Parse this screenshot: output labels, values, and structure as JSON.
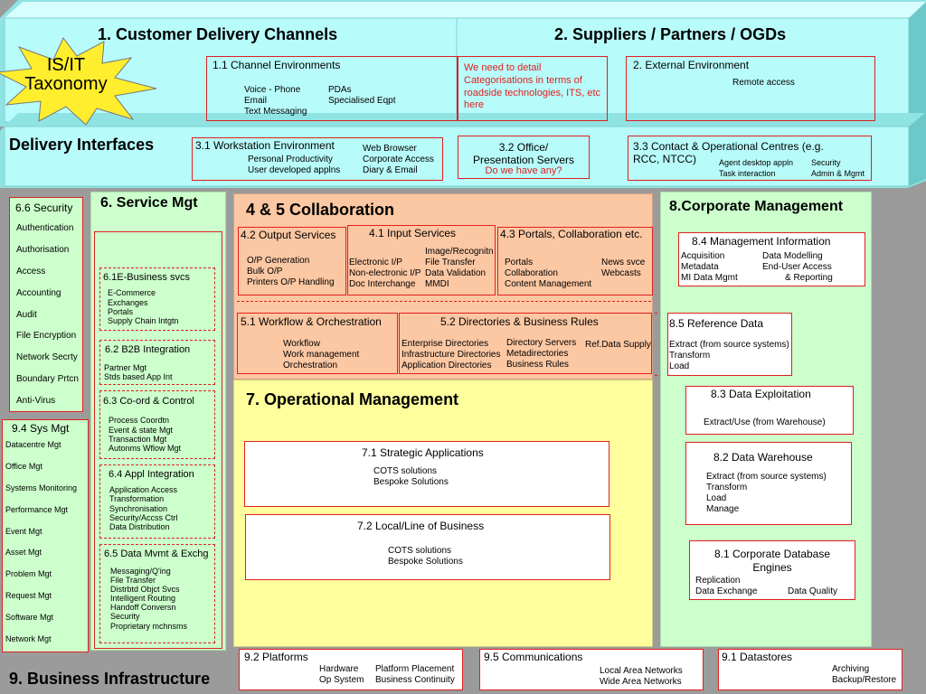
{
  "title_badge": "IS/IT\nTaxonomy",
  "top": {
    "ch1_title": "1. Customer Delivery Channels",
    "ch2_title": "2. Suppliers / Partners / OGDs",
    "env11_title": "1.1 Channel  Environments",
    "env11_col1": [
      "Voice - Phone",
      "Email",
      "Text Messaging"
    ],
    "env11_col2": [
      "PDAs",
      "Specialised Eqpt"
    ],
    "note": "We need to detail Categorisations in terms of roadside technologies, ITS, etc here",
    "ext_title": "2. External Environment",
    "ext_item": "Remote access"
  },
  "delivery": {
    "label": "Delivery Interfaces",
    "ws_title": "3.1 Workstation Environment",
    "ws_col1": [
      "Personal Productivity",
      "User developed applns"
    ],
    "ws_col2": [
      "Web Browser",
      "Corporate Access",
      "Diary & Email"
    ],
    "office_title": "3.2 Office/\nPresentation Servers",
    "office_note": "Do we have any?",
    "contact_title": "3.3 Contact  & Operational Centres (e.g.\nRCC, NTCC)",
    "contact_col1": [
      "Agent desktop appln",
      "Task interaction"
    ],
    "contact_col2": [
      "Security",
      "Admin & Mgmt"
    ]
  },
  "security": {
    "title": "6.6 Security",
    "items": [
      "Authentication",
      "Authorisation",
      "Access",
      "Accounting",
      "Audit",
      "File Encryption",
      "Network Secrty",
      "Boundary Prtcn",
      "Anti-Virus"
    ]
  },
  "service": {
    "title": "6. Service Mgt",
    "ebus_title": "6.1E-Business svcs",
    "ebus_items": [
      "E-Commerce",
      "Exchanges",
      "Portals",
      "Supply Chain Intgtn"
    ],
    "b2b_title": "6.2 B2B Integration",
    "b2b_items": [
      "Partner Mgt",
      "Stds based App Int"
    ],
    "coord_title": "6.3 Co-ord & Control",
    "coord_items": [
      "Process Coordtn",
      "Event & state Mgt",
      "Transaction Mgt",
      "Autonms Wflow Mgt"
    ],
    "appl_title": "6.4 Appl Integration",
    "appl_items": [
      "Application Access",
      "Transformation",
      "Synchronisation",
      "Security/Accss Ctrl",
      "Data Distribution"
    ],
    "datamvmt_title": "6.5 Data Mvmt & Exchg",
    "datamvmt_items": [
      "Messaging/Q'ing",
      "File Transfer",
      "Distrbtd Objct Svcs",
      "Intelligent Routing",
      "Handoff Conversn",
      "Security",
      "Proprietary mchnsms"
    ]
  },
  "sysmgt": {
    "title": "9.4 Sys Mgt",
    "items": [
      "Datacentre Mgt",
      "Office Mgt",
      "Systems Monitoring",
      "Performance Mgt",
      "Event Mgt",
      "Asset Mgt",
      "Problem Mgt",
      "Request Mgt",
      "Software Mgt",
      "Network Mgt"
    ]
  },
  "collab": {
    "title": "4 & 5 Collaboration",
    "out_title": "4.2 Output Services",
    "out_items": [
      "O/P Generation",
      "Bulk O/P",
      "Printers  O/P Handling"
    ],
    "in_title": "4.1 Input Services",
    "in_col1": [
      "Electronic I/P",
      "Non-electronic I/P",
      "Doc Interchange"
    ],
    "in_col2": [
      "Image/Recognitn",
      "File Transfer",
      "Data Validation",
      "MMDI"
    ],
    "portals_title": "4.3 Portals, Collaboration etc.",
    "portals_col1": [
      "Portals",
      "Collaboration",
      "Content Management"
    ],
    "portals_col2": [
      "News svce",
      "Webcasts"
    ],
    "wf_title": "5.1 Workflow & Orchestration",
    "wf_items": [
      "Workflow",
      "Work management",
      "Orchestration"
    ],
    "dir_title": "5.2 Directories & Business Rules",
    "dir_col1": [
      "Enterprise Directories",
      "Infrastructure Directories",
      "Application Directories"
    ],
    "dir_col2": [
      "Directory Servers",
      "Metadirectories",
      "Business Rules"
    ],
    "dir_col3": "Ref.Data Supply"
  },
  "ops": {
    "title": "7. Operational Management",
    "strat_title": "7.1 Strategic Applications",
    "strat_items": [
      "COTS solutions",
      "Bespoke Solutions"
    ],
    "local_title": "7.2  Local/Line of Business",
    "local_items": [
      "COTS solutions",
      "Bespoke Solutions"
    ]
  },
  "corp": {
    "title": "8.Corporate Management",
    "mi_title": "8.4 Management Information",
    "mi_col1": [
      "Acquisition",
      "Metadata",
      "MI Data Mgmt"
    ],
    "mi_col2": [
      "Data Modelling",
      "End-User Access",
      "& Reporting"
    ],
    "ref_title": "8.5 Reference Data",
    "ref_items": [
      "Extract (from source systems)",
      "Transform",
      "Load"
    ],
    "expl_title": "8.3 Data Exploitation",
    "expl_item": "Extract/Use (from Warehouse)",
    "wh_title": "8.2 Data Warehouse",
    "wh_items": [
      "Extract (from source systems)",
      "Transform",
      "Load",
      "Manage"
    ],
    "db_title": "8.1 Corporate Database\nEngines",
    "db_col1": [
      "Replication",
      "Data Exchange"
    ],
    "db_col2": "Data Quality"
  },
  "bottom": {
    "title": "9. Business Infrastructure",
    "plat_title": "9.2 Platforms",
    "plat_col1": [
      "Hardware",
      "Op System"
    ],
    "plat_col2": [
      "Platform Placement",
      "Business Continuity"
    ],
    "comm_title": "9.5 Communications",
    "comm_items": [
      "Local Area Networks",
      "Wide Area Networks"
    ],
    "ds_title": "9.1 Datastores",
    "ds_items": [
      "Archiving",
      "Backup/Restore"
    ]
  },
  "colors": {
    "cyan": "#b8fbfb",
    "green": "#ccffcc",
    "salmon": "#fcc7a3",
    "yellow": "#fefe9d",
    "red": "#e02020",
    "star": "#ffee2e",
    "grey": "#9b9b9b"
  }
}
